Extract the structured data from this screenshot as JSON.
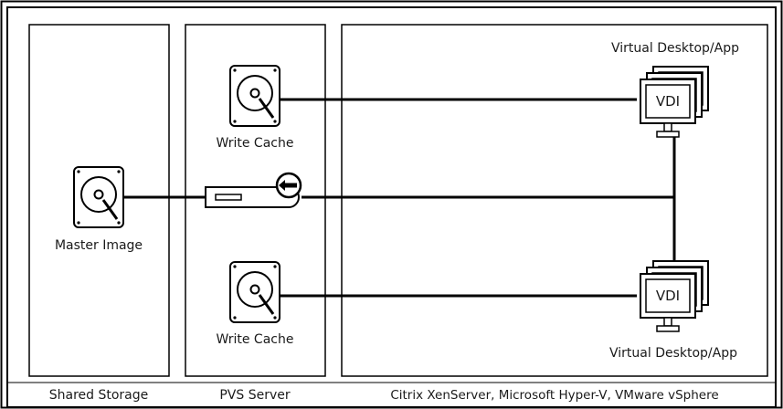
{
  "columns": {
    "shared_storage": "Shared Storage",
    "pvs_server": "PVS Server",
    "hypervisor": "Citrix XenServer, Microsoft Hyper-V, VMware vSphere"
  },
  "nodes": {
    "master_image": "Master Image",
    "write_cache_top": "Write Cache",
    "write_cache_bottom": "Write Cache",
    "vm_top_caption": "Virtual Desktop/App",
    "vm_top_screen": "VDI",
    "vm_bottom_caption": "Virtual Desktop/App",
    "vm_bottom_screen": "VDI"
  },
  "icons": {
    "disk": "hard-disk-icon",
    "server": "server-icon",
    "monitor": "monitor-icon",
    "stream": "arrow-left-icon"
  },
  "colors": {
    "stroke": "#000000",
    "background": "#ffffff",
    "text": "#1a1a1a"
  }
}
